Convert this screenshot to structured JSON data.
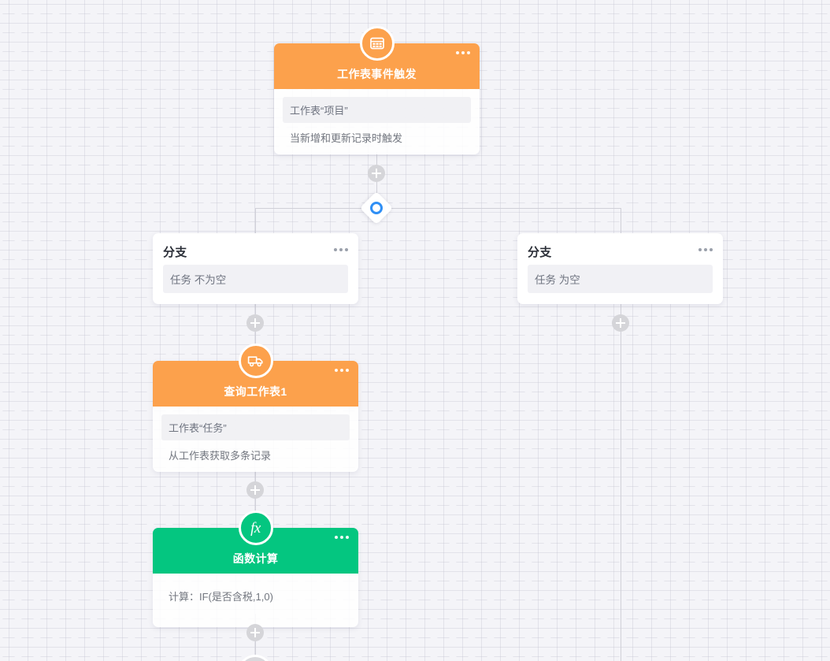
{
  "canvas": {
    "background_color": "#f4f4f8",
    "grid": "dotted-cross"
  },
  "colors": {
    "orange": "#fca14c",
    "green": "#04c680",
    "branch_accent": "#2f8ff5",
    "connector": "#d0d0d8",
    "plus_button": "#d5d5d9"
  },
  "nodes": {
    "trigger": {
      "icon": "worksheet-grid-icon",
      "title": "工作表事件触发",
      "field": "工作表“项目”",
      "subtitle": "当新增和更新记录时触发",
      "menu": "more-options"
    },
    "branch_left": {
      "title": "分支",
      "condition_field": "任务 不为空",
      "condition_key": "任务",
      "condition_value": "不为空",
      "menu": "more-options"
    },
    "branch_right": {
      "title": "分支",
      "condition_field": "任务 为空",
      "condition_key": "任务",
      "condition_value": "为空",
      "menu": "more-options"
    },
    "query": {
      "icon": "truck-icon",
      "title": "查询工作表1",
      "field": "工作表“任务”",
      "subtitle": "从工作表获取多条记录",
      "menu": "more-options"
    },
    "function": {
      "icon": "fx-icon",
      "title": "函数计算",
      "field": "计算：IF(是否含税,1,0)",
      "menu": "more-options"
    }
  },
  "connectors": {
    "add_step_label": "+",
    "split_label": "branch-split"
  }
}
